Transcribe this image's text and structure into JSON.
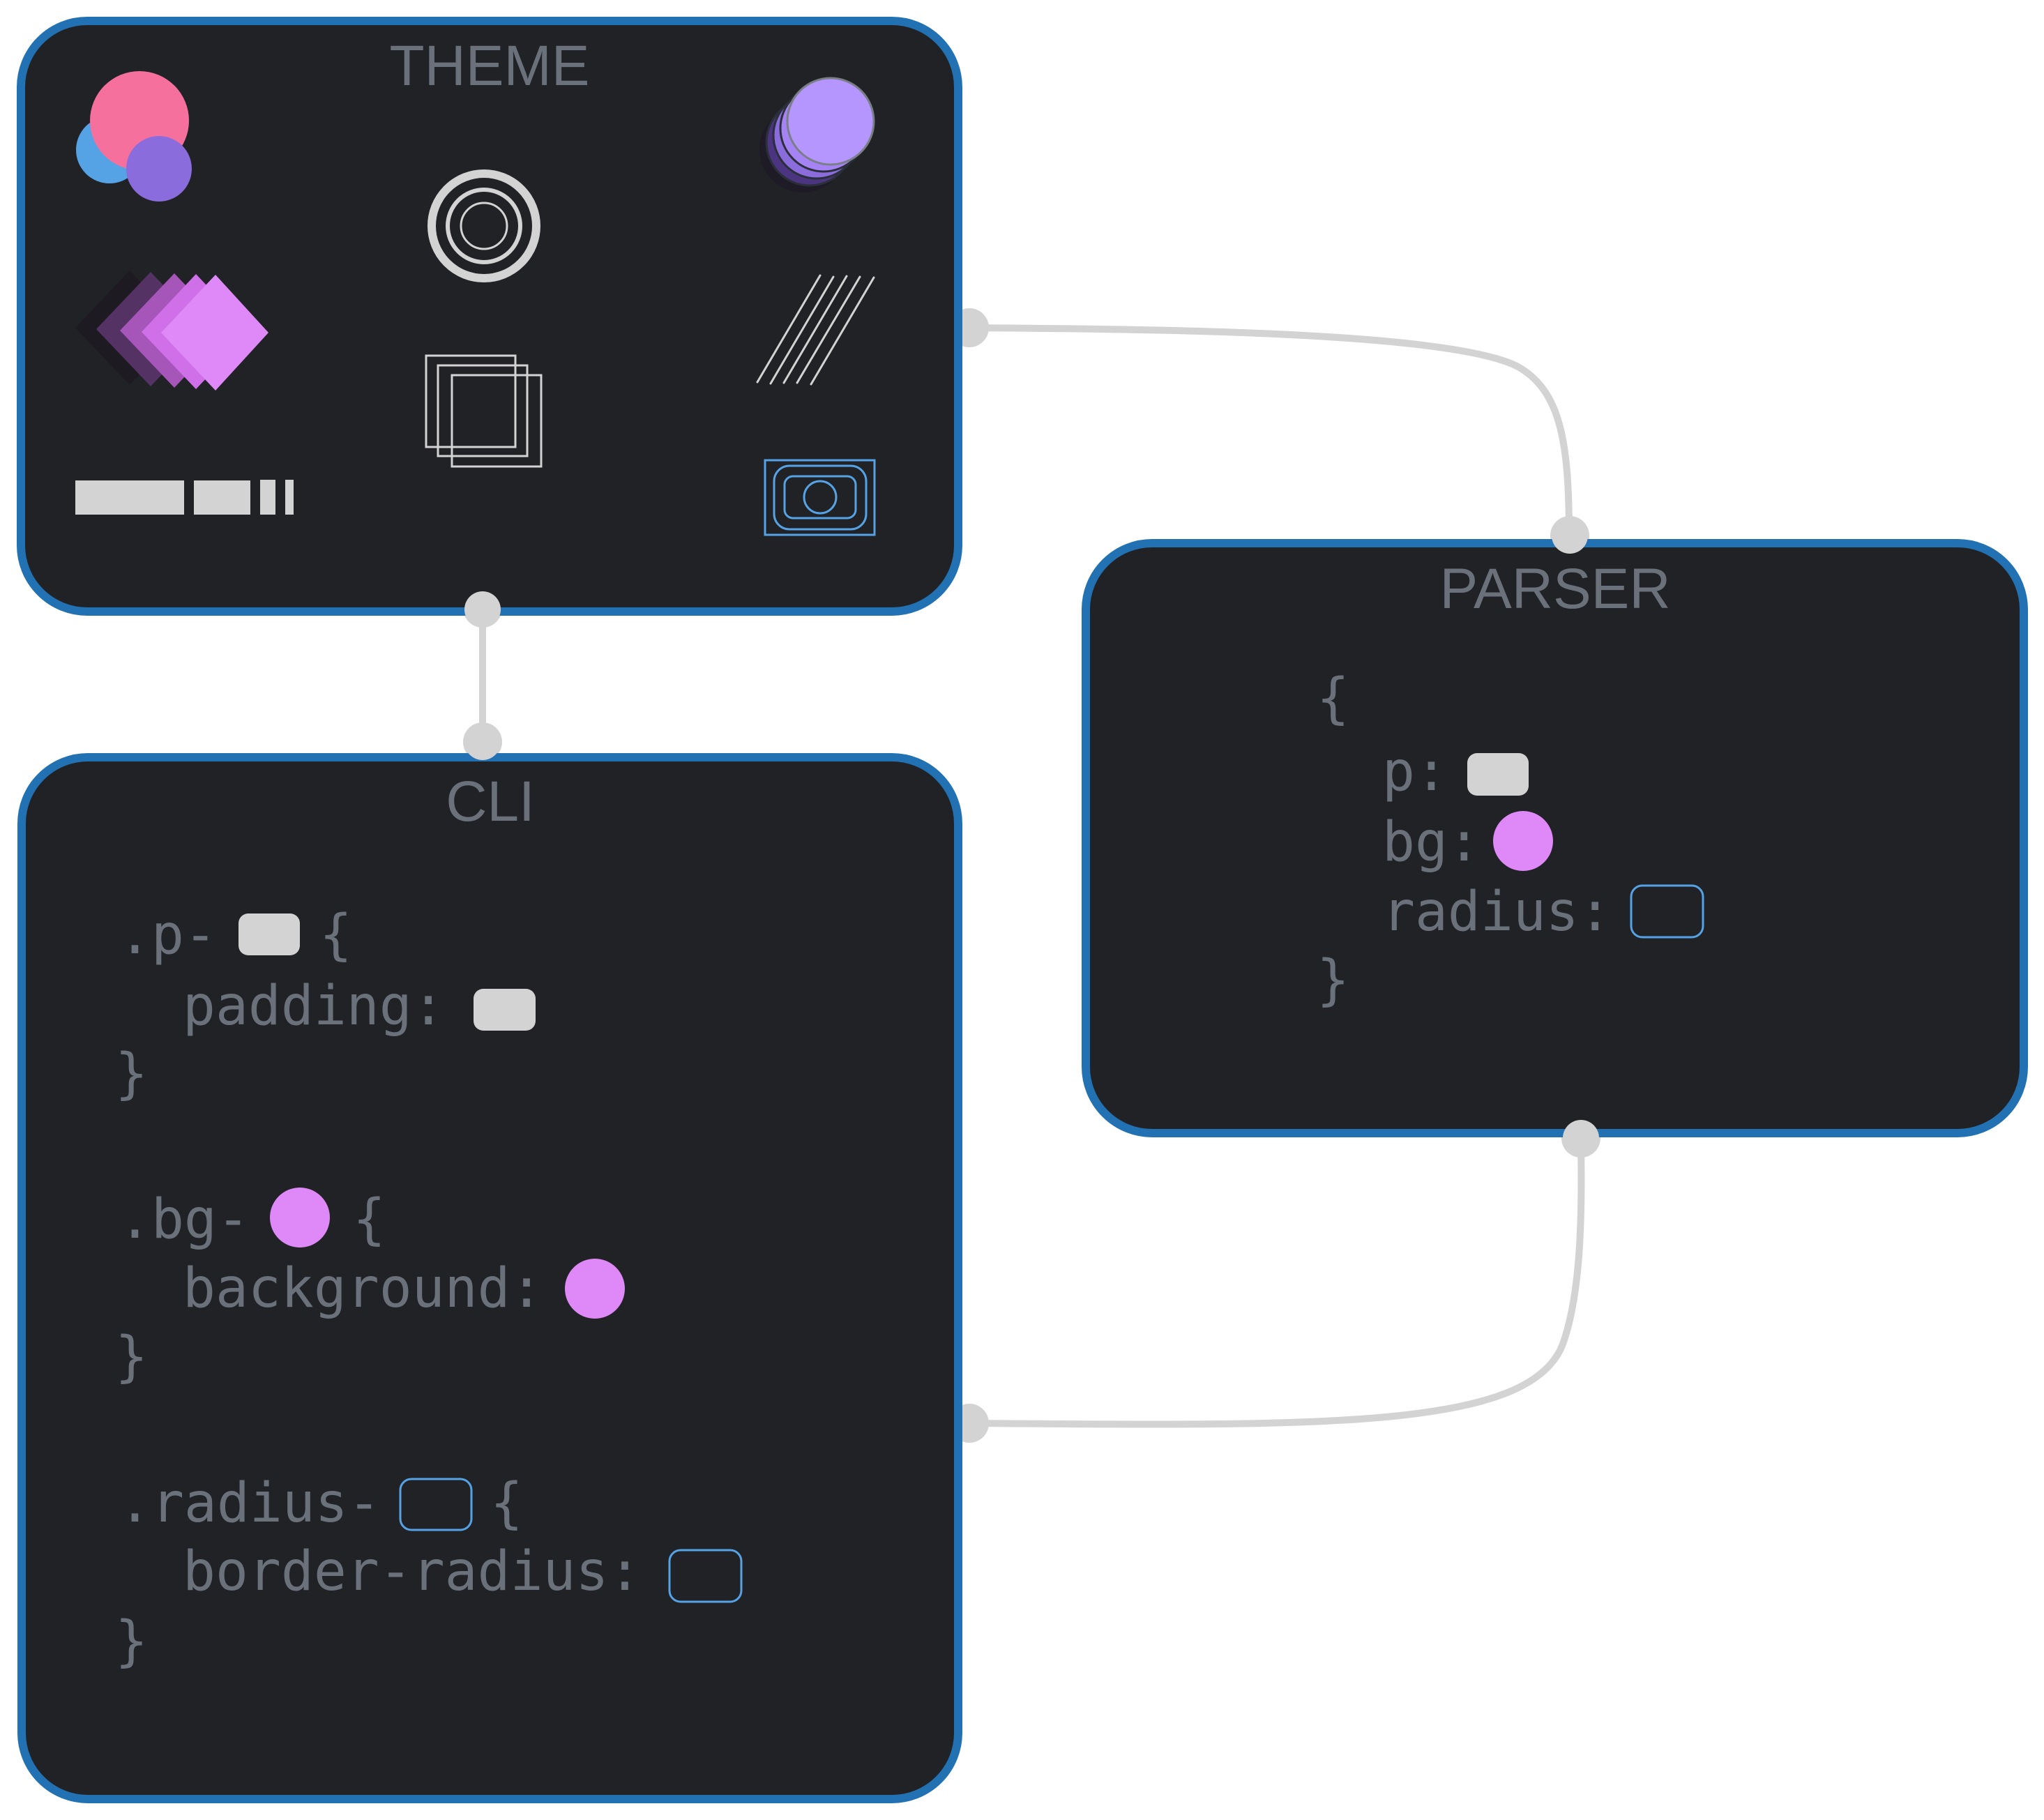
{
  "diagram": {
    "colors": {
      "box_fill": "#212226",
      "box_border": "#2271b3",
      "connector": "#d3d3d3",
      "text": "#6b717b",
      "swatch_gray": "#d3d3d3",
      "swatch_magenta": "#df88f7",
      "swatch_blue": "#55a2e5"
    },
    "nodes": {
      "theme": {
        "title": "THEME",
        "icons": [
          {
            "name": "overlapping-circles-icon",
            "colors": [
              "#55a2e5",
              "#f6709e",
              "#8b6cdc"
            ]
          },
          {
            "name": "concentric-rings-icon",
            "color": "#d3d3d3"
          },
          {
            "name": "stacked-circles-icon",
            "colors": [
              "#2a1f3d",
              "#4b3480",
              "#8b6cdc",
              "#a583f5",
              "#b595fe"
            ]
          },
          {
            "name": "stacked-diamonds-icon",
            "colors": [
              "#1d1a21",
              "#543264",
              "#a655b8",
              "#d070e8",
              "#df88f7"
            ]
          },
          {
            "name": "stacked-squares-icon",
            "color": "#d3d3d3"
          },
          {
            "name": "diagonal-lines-icon",
            "color": "#d3d3d3"
          },
          {
            "name": "spacing-bars-icon",
            "color": "#d3d3d3"
          },
          {
            "name": "nested-rounded-rects-icon",
            "color": "#55a2e5"
          }
        ]
      },
      "parser": {
        "title": "PARSER",
        "lines": {
          "open": "{",
          "p": "p:",
          "bg": "bg:",
          "radius": "radius:",
          "close": "}"
        }
      },
      "cli": {
        "title": "CLI",
        "rules": [
          {
            "selector": ".p-",
            "open": "{",
            "property": "padding:",
            "close": "}",
            "swatch": "gray-rounded-rect"
          },
          {
            "selector": ".bg-",
            "open": "{",
            "property": "background:",
            "close": "}",
            "swatch": "magenta-circle"
          },
          {
            "selector": ".radius-",
            "open": "{",
            "property": "border-radius:",
            "close": "}",
            "swatch": "blue-outline-rounded-rect"
          }
        ]
      }
    },
    "edges": [
      {
        "from": "theme",
        "to": "cli"
      },
      {
        "from": "theme",
        "to": "parser"
      },
      {
        "from": "parser",
        "to": "cli"
      }
    ]
  }
}
